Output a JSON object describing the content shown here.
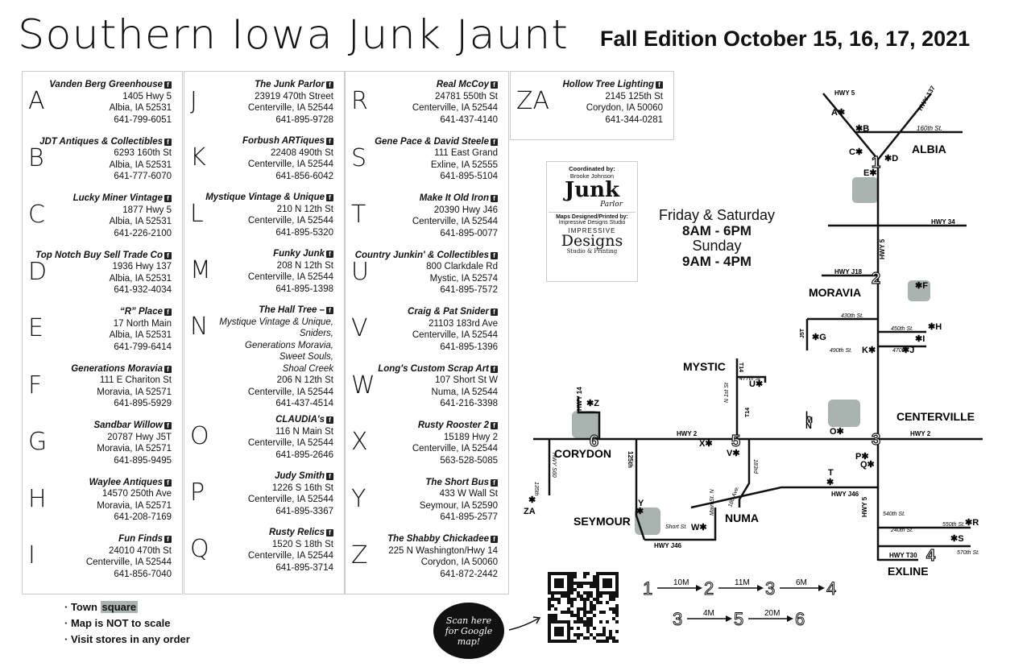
{
  "title": "Southern Iowa Junk Jaunt",
  "edition": "Fall Edition October 15, 16, 17, 2021",
  "stores": [
    {
      "letter": "A",
      "name": "Vanden Berg Greenhouse",
      "lines": [
        "1405 Hwy 5",
        "Albia, IA 52531",
        "641-799-6051"
      ]
    },
    {
      "letter": "B",
      "name": "JDT Antiques & Collectibles",
      "lines": [
        "6293 160th St",
        "Albia, IA 52531",
        "641-777-6070"
      ]
    },
    {
      "letter": "C",
      "name": "Lucky Miner Vintage",
      "lines": [
        "1877 Hwy 5",
        "Albia, IA 52531",
        "641-226-2100"
      ]
    },
    {
      "letter": "D",
      "name": "Top Notch Buy Sell Trade Co",
      "lines": [
        "1936 Hwy 137",
        "Albia, IA 52531",
        "641-932-4034"
      ]
    },
    {
      "letter": "E",
      "name": "“R” Place",
      "lines": [
        "17 North Main",
        "Albia, IA 52531",
        "641-799-6414"
      ]
    },
    {
      "letter": "F",
      "name": "Generations Moravia",
      "lines": [
        "111 E Chariton St",
        "Moravia, IA 52571",
        "641-895-5929"
      ]
    },
    {
      "letter": "G",
      "name": "Sandbar Willow",
      "lines": [
        "20787 Hwy J5T",
        "Moravia, IA 52571",
        "641-895-9495"
      ]
    },
    {
      "letter": "H",
      "name": "Waylee Antiques",
      "lines": [
        "14570 250th Ave",
        "Moravia, IA 52571",
        "641-208-7169"
      ]
    },
    {
      "letter": "I",
      "name": "Fun Finds",
      "lines": [
        "24010 470th St",
        "Centerville, IA 52544",
        "641-856-7040"
      ]
    },
    {
      "letter": "J",
      "name": "The Junk Parlor",
      "lines": [
        "23919 470th Street",
        "Centerville, IA 52544",
        "641-895-9728"
      ]
    },
    {
      "letter": "K",
      "name": "Forbush ARTiques",
      "lines": [
        "22408 490th St",
        "Centerville, IA 52544",
        "641-856-6042"
      ]
    },
    {
      "letter": "L",
      "name": "Mystique Vintage & Unique",
      "lines": [
        "210 N 12th St",
        "Centerville, IA 52544",
        "641-895-5320"
      ]
    },
    {
      "letter": "M",
      "name": "Funky Junk",
      "lines": [
        "208 N 12th St",
        "Centerville, IA 52544",
        "641-895-1398"
      ]
    },
    {
      "letter": "N",
      "name": "The Hall Tree –",
      "italic": [
        "Mystique Vintage & Unique,",
        "Sniders,",
        "Generations Moravia,",
        "Sweet Souls,",
        "Shoal Creek"
      ],
      "lines": [
        "206 N 12th St",
        "Centerville, IA 52544",
        "641-437-4514"
      ]
    },
    {
      "letter": "O",
      "name": "CLAUDIA's",
      "lines": [
        "116 N Main St",
        "Centerville, IA 52544",
        "641-895-2646"
      ]
    },
    {
      "letter": "P",
      "name": "Judy Smith",
      "lines": [
        "1226 S 16th St",
        "Centerville, IA 52544",
        "641-895-3367"
      ]
    },
    {
      "letter": "Q",
      "name": "Rusty Relics",
      "lines": [
        "1520 S 18th St",
        "Centerville, IA 52544",
        "641-895-3714"
      ]
    },
    {
      "letter": "R",
      "name": "Real McCoy",
      "lines": [
        "24781 550th St",
        "Centerville, IA 52544",
        "641-437-4140"
      ]
    },
    {
      "letter": "S",
      "name": "Gene Pace & David Steele",
      "lines": [
        "111 East Grand",
        "Exline, IA 52555",
        "641-895-5104"
      ]
    },
    {
      "letter": "T",
      "name": "Make It Old Iron",
      "lines": [
        "20390 Hwy J46",
        "Centerville, IA 52544",
        "641-895-0077"
      ]
    },
    {
      "letter": "U",
      "name": "Country Junkin' & Collectibles",
      "lines": [
        "800 Clarkdale Rd",
        "Mystic, IA 52574",
        "641-895-7572"
      ]
    },
    {
      "letter": "V",
      "name": "Craig & Pat Snider",
      "lines": [
        "21103 183rd Ave",
        "Centerville, IA 52544",
        "641-895-1396"
      ]
    },
    {
      "letter": "W",
      "name": "Long's Custom Scrap Art",
      "lines": [
        "107 Short St W",
        "Numa, IA 52544",
        "641-216-3398"
      ]
    },
    {
      "letter": "X",
      "name": "Rusty Rooster 2",
      "lines": [
        "15189 Hwy 2",
        "Centerville, IA 52544",
        "563-528-5085"
      ]
    },
    {
      "letter": "Y",
      "name": "The Short Bus",
      "lines": [
        "433 W Wall St",
        "Seymour, IA 52590",
        "641-895-2577"
      ]
    },
    {
      "letter": "Z",
      "name": "The Shabby Chickadee",
      "lines": [
        "225 N Washington/Hwy 14",
        "Corydon, IA 50060",
        "641-872-2442"
      ]
    },
    {
      "letter": "ZA",
      "name": "Hollow Tree Lighting",
      "lines": [
        "2145 125th St",
        "Corydon, IA 50060",
        "641-344-0281"
      ]
    }
  ],
  "coordinated_by": "Coordinated by:",
  "coordinator": "Brooke Johnson",
  "junk_logo": "Junk",
  "parlor_logo": "Parlor",
  "maps_by": "Maps Designed/Printed by:",
  "maps_studio": "Impressive Designs Studio",
  "impressive": "IMPRESSIVE",
  "designs": "Designs",
  "studio_printing": "Studio & Printing",
  "hours": {
    "days1": "Friday & Saturday",
    "time1": "8AM - 6PM",
    "days2": "Sunday",
    "time2": "9AM - 4PM"
  },
  "notes": {
    "n1_pre": "· Town ",
    "n1_sq": "square",
    "n2": "· Map is NOT to scale",
    "n3": "· Visit stores in any order"
  },
  "scan_text": "Scan here for Google map!",
  "routes": [
    {
      "from": "1",
      "to": "2",
      "dist": "10M"
    },
    {
      "from": "2",
      "to": "3",
      "dist": "11M"
    },
    {
      "from": "3",
      "to": "4",
      "dist": "6M"
    },
    {
      "from": "3",
      "to": "5",
      "dist": "4M"
    },
    {
      "from": "5",
      "to": "6",
      "dist": "20M"
    }
  ],
  "map": {
    "towns": [
      "ALBIA",
      "MORAVIA",
      "MYSTIC",
      "CENTERVILLE",
      "CORYDON",
      "SEYMOUR",
      "NUMA",
      "EXLINE"
    ],
    "roads": [
      "HWY 5",
      "HWY 137",
      "160th St.",
      "HWY 34",
      "HWY J18",
      "430th St.",
      "450th St.",
      "470th",
      "490th St.",
      "J5T",
      "T14",
      "477th St",
      "N 1st St",
      "HWY 2",
      "HWY 14",
      "HWY S60",
      "135th",
      "125th",
      "183rd",
      "180 Ave.",
      "Main St. N",
      "Short St.",
      "HWY J46",
      "540th St.",
      "550th St.",
      "240th St.",
      "570th St.",
      "HWY T30"
    ]
  }
}
